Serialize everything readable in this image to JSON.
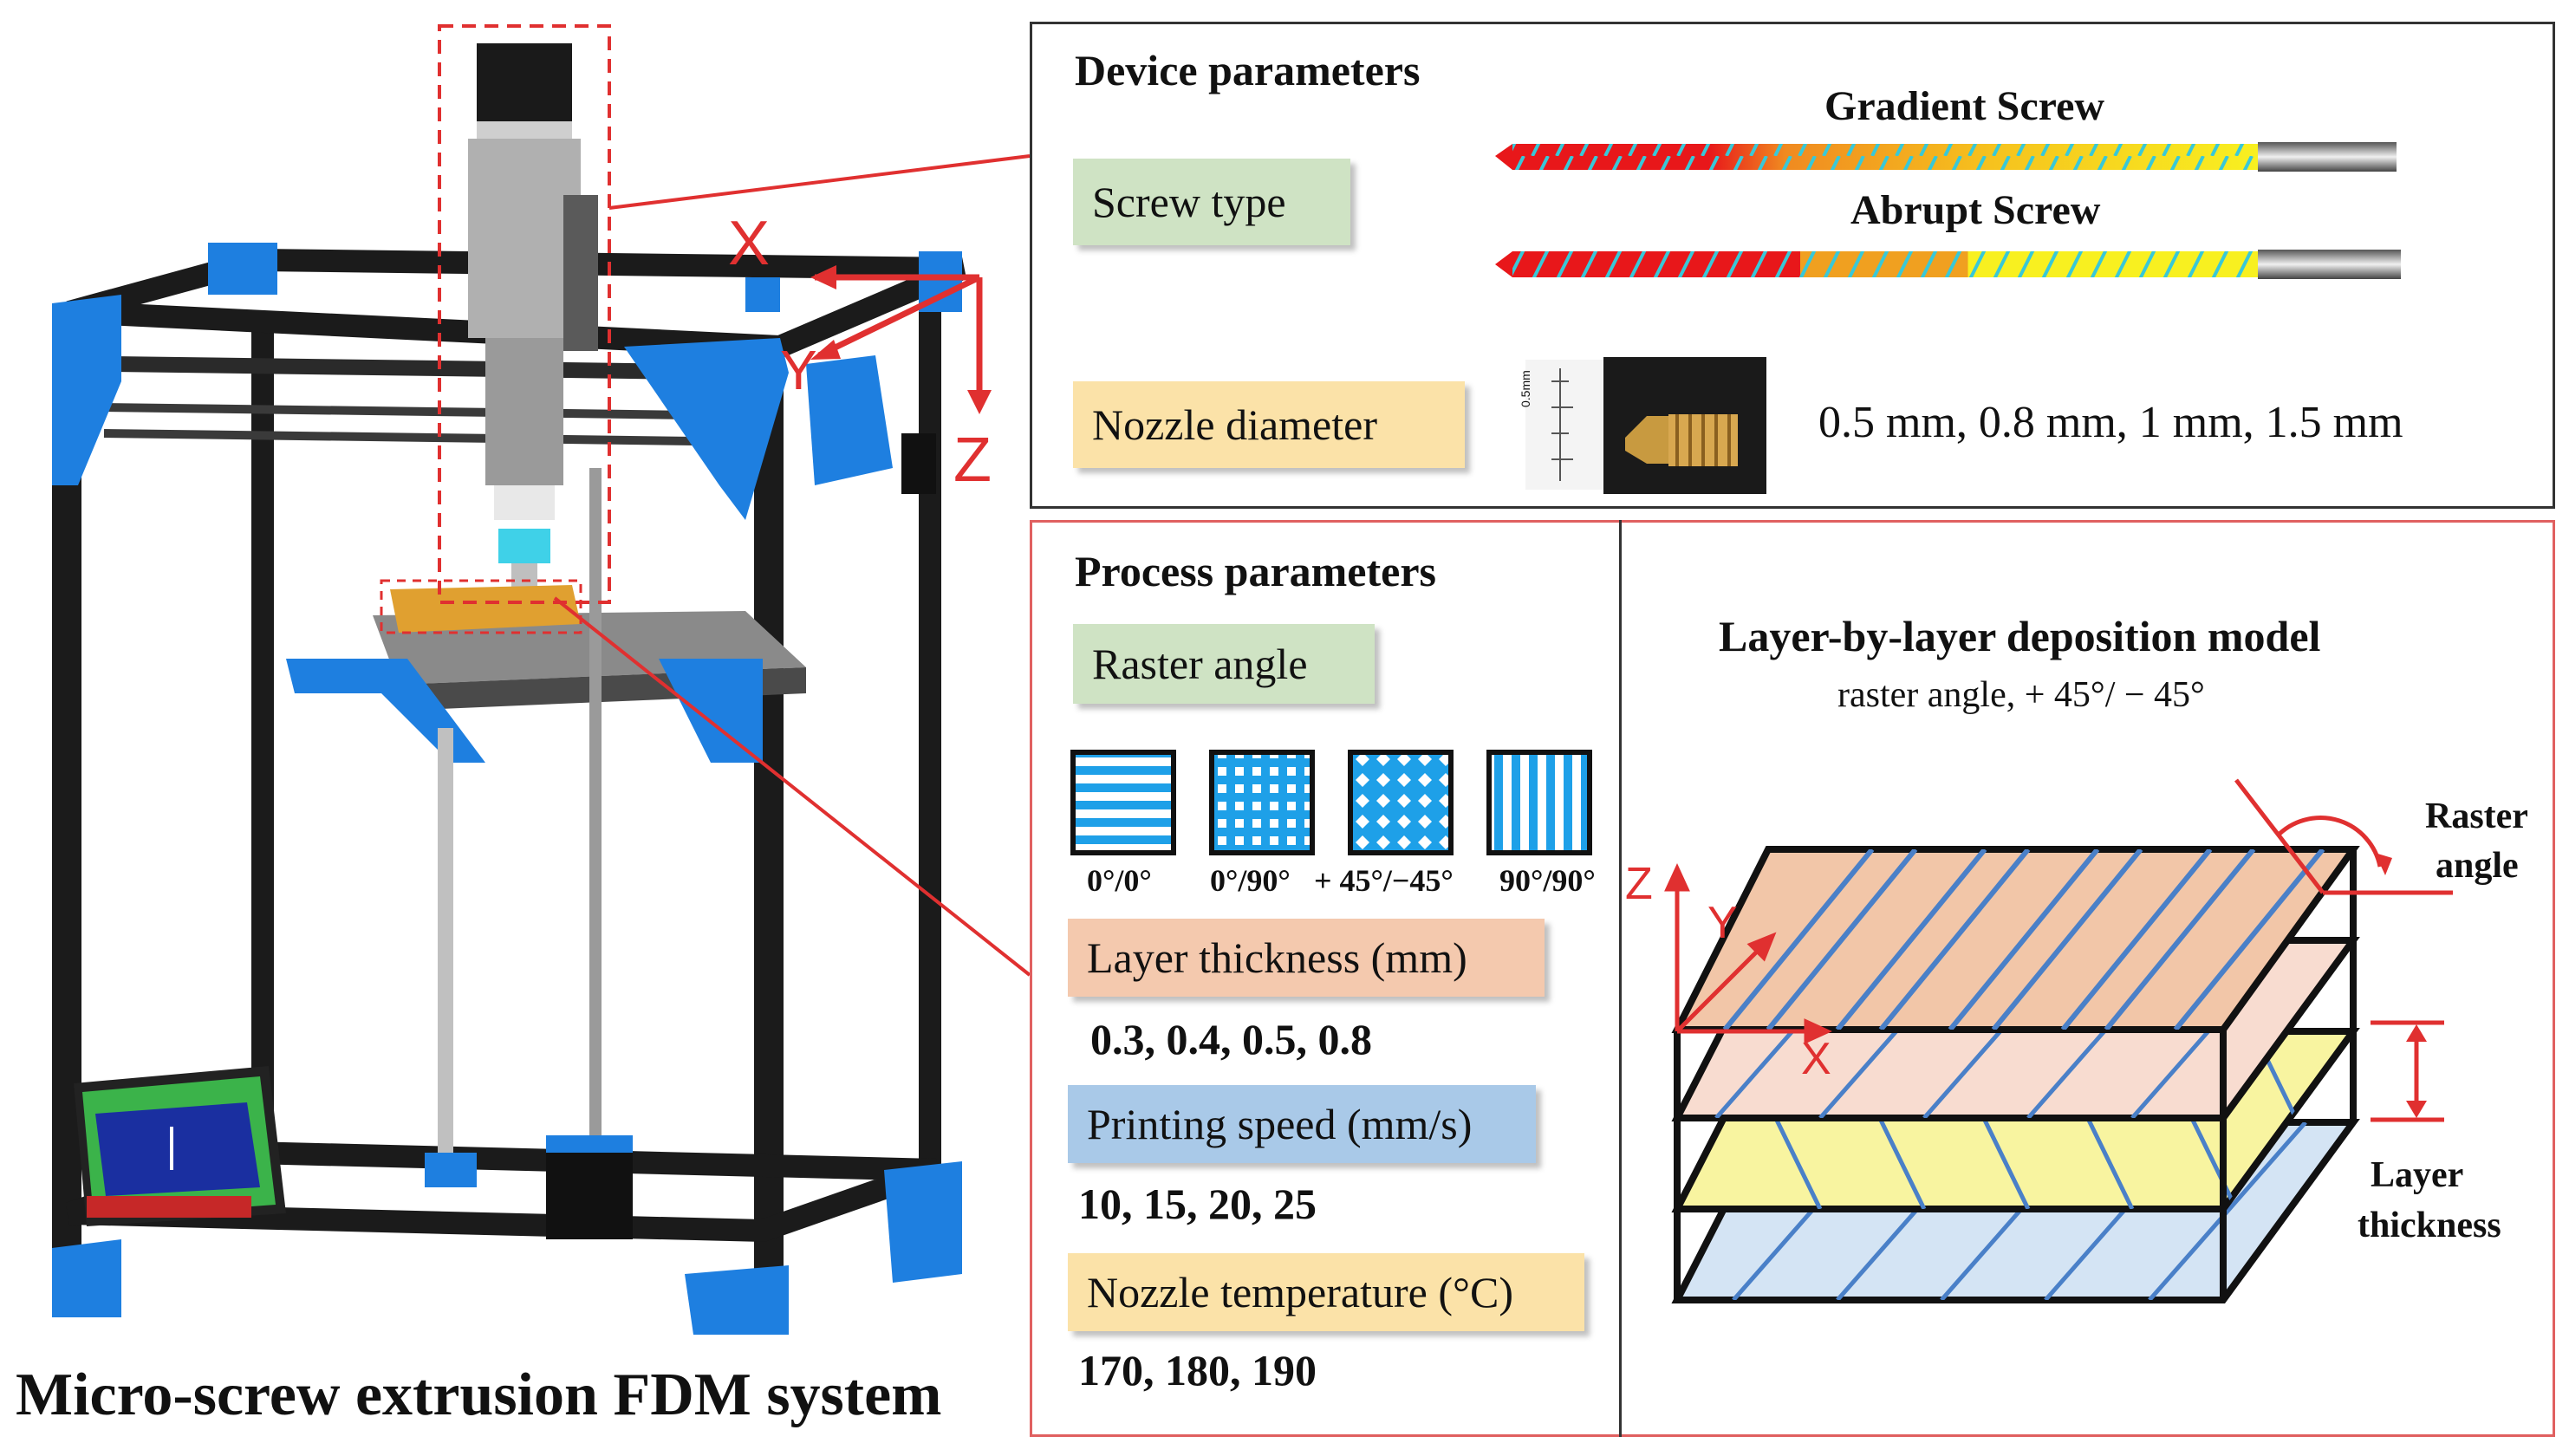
{
  "system_caption": "Micro-screw extrusion FDM system",
  "axes_printer": {
    "x": "X",
    "y": "Y",
    "z": "Z"
  },
  "device": {
    "title": "Device parameters",
    "screw_type_label": "Screw type",
    "gradient_screw": "Gradient Screw",
    "abrupt_screw": "Abrupt Screw",
    "nozzle_label": "Nozzle diameter",
    "nozzle_values": "0.5 mm, 0.8 mm, 1 mm, 1.5 mm",
    "ruler_text": "0.5mm"
  },
  "process": {
    "title": "Process parameters",
    "raster_label": "Raster angle",
    "patterns": [
      "0°/0°",
      "0°/90°",
      "+ 45°/−45°",
      "90°/90°"
    ],
    "layer_label": "Layer thickness (mm)",
    "layer_values": "0.3, 0.4, 0.5, 0.8",
    "speed_label": "Printing speed (mm/s)",
    "speed_values": "10, 15, 20, 25",
    "temp_label": "Nozzle temperature (°C)",
    "temp_values": "170, 180, 190"
  },
  "model": {
    "title": "Layer-by-layer deposition model",
    "subtitle": "raster angle, + 45°/ − 45°",
    "raster_angle_label_1": "Raster",
    "raster_angle_label_2": "angle",
    "layer_thickness_label_1": "Layer",
    "layer_thickness_label_2": "thickness",
    "axes": {
      "x": "X",
      "y": "Y",
      "z": "Z"
    }
  },
  "colors": {
    "frame_red": "#e03030",
    "screw_type_bg": "#cfe3c4",
    "nozzle_bg": "#fbe2a8",
    "raster_bg": "#cfe3c4",
    "layer_bg": "#f4c9ae",
    "speed_bg": "#a9c9e8",
    "temp_bg": "#fbe2a8",
    "printer_blue": "#1e7fe0",
    "pattern_blue": "#1ea0e8"
  }
}
